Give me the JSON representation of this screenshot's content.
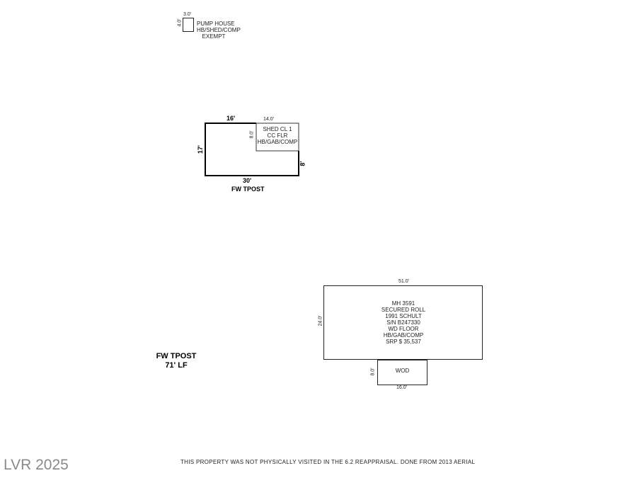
{
  "pump_house": {
    "width_label": "3.0'",
    "height_label": "4.0'",
    "lines": [
      "PUMP HOUSE",
      "HB/SHED/COMP",
      "EXEMPT"
    ]
  },
  "fw_area": {
    "top_label": "16'",
    "left_label": "17'",
    "bottom_label": "30'",
    "right_label": "8'",
    "caption": "FW TPOST"
  },
  "shed": {
    "width_label": "14.0'",
    "height_label": "8.0'",
    "lines": [
      "SHED CL 1",
      "CC FLR",
      "HB/GAB/COMP"
    ]
  },
  "fence_note": {
    "line1": "FW TPOST",
    "line2": "71' LF"
  },
  "mobile_home": {
    "width_label": "51.0'",
    "height_label": "24.0'",
    "lines": [
      "MH 3591",
      "SECURED ROLL",
      "1991 SCHULT",
      "S/N B247330",
      "WD FLOOR",
      "HB/GAB/COMP",
      "SRP $ 35,537"
    ]
  },
  "wod": {
    "label": "WOD",
    "width_label": "16.0'",
    "height_label": "8.0'"
  },
  "watermark": "LVR 2025",
  "footer_note": "THIS PROPERTY WAS NOT PHYSICALLY VISITED IN THE 6.2 REAPPRAISAL. DONE FROM 2013 AERIAL"
}
